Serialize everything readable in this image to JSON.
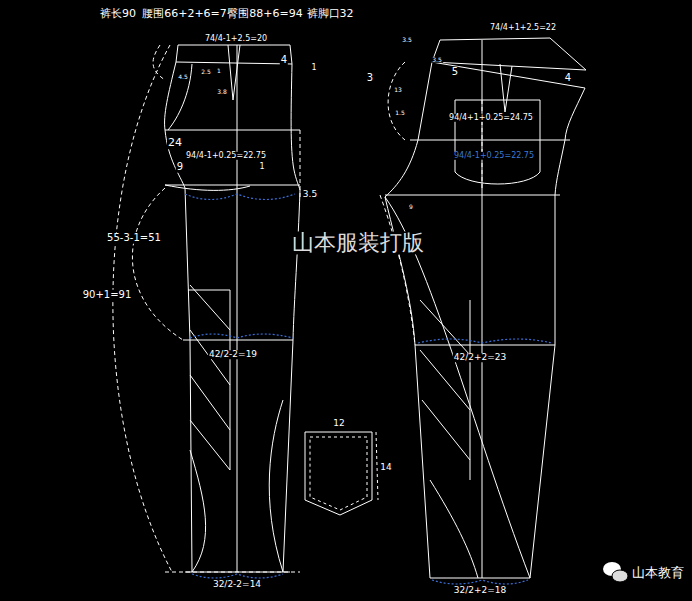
{
  "diagram": {
    "labels": [
      "裤长90",
      "腰围66+2+6=74",
      "臀围88+6=94",
      "裤脚口32",
      "74/4-1+2.5=20",
      "4",
      "1",
      "4.5",
      "2.5",
      "1",
      "3.8",
      "24",
      "9",
      "94/4-1+0.25=22.75",
      "1",
      "3.5",
      "55-3-1=51",
      "90+1=91",
      "42/2-2=19",
      "32/2-2=14",
      "3.5",
      "3.5",
      "5",
      "74/4+1+2.5=22",
      "4",
      "3",
      "13",
      "1.5",
      "94/4+1+0.25=24.75",
      "94/4-1+0.25=22.75",
      "9",
      "42/2+2=23",
      "32/2+2=18",
      "12",
      "14",
      "山本服装打版",
      "山本教育"
    ]
  }
}
